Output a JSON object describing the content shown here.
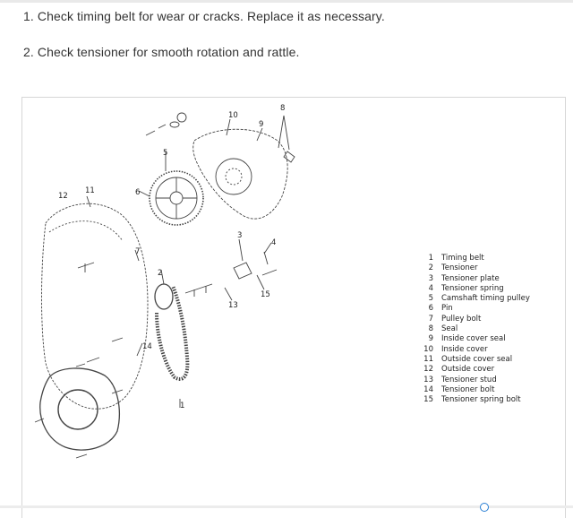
{
  "steps": [
    "1. Check timing belt for wear or cracks. Replace it as necessary.",
    "2. Check tensioner for smooth rotation and rattle."
  ],
  "diagram": {
    "callouts": [
      "1",
      "2",
      "3",
      "4",
      "5",
      "6",
      "7",
      "8",
      "9",
      "10",
      "11",
      "12",
      "13",
      "14",
      "15"
    ],
    "legend": [
      {
        "num": "1",
        "label": "Timing belt"
      },
      {
        "num": "2",
        "label": "Tensioner"
      },
      {
        "num": "3",
        "label": "Tensioner plate"
      },
      {
        "num": "4",
        "label": "Tensioner spring"
      },
      {
        "num": "5",
        "label": "Camshaft timing pulley"
      },
      {
        "num": "6",
        "label": "Pin"
      },
      {
        "num": "7",
        "label": "Pulley bolt"
      },
      {
        "num": "8",
        "label": "Seal"
      },
      {
        "num": "9",
        "label": "Inside cover seal"
      },
      {
        "num": "10",
        "label": "Inside cover"
      },
      {
        "num": "11",
        "label": "Outside cover seal"
      },
      {
        "num": "12",
        "label": "Outside cover"
      },
      {
        "num": "13",
        "label": "Tensioner stud"
      },
      {
        "num": "14",
        "label": "Tensioner bolt"
      },
      {
        "num": "15",
        "label": "Tensioner spring bolt"
      }
    ]
  }
}
